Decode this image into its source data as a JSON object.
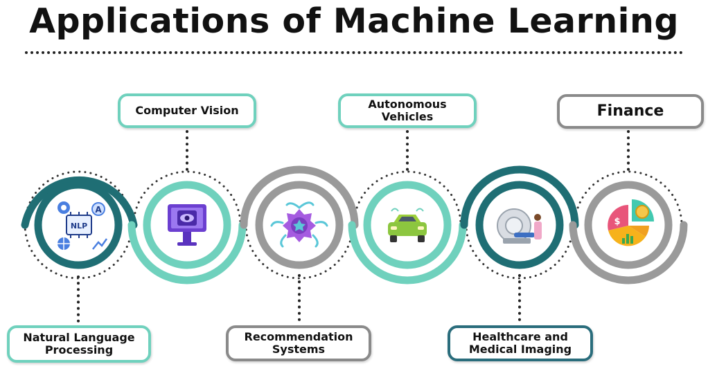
{
  "title": "Applications of Machine Learning",
  "colors": {
    "teal": "#6fd1bd",
    "dark_teal": "#1f6e74",
    "grey": "#9a9a9a",
    "navy_border": "#2a6d7c"
  },
  "applications": [
    {
      "label": "Natural Language\nProcessing",
      "icon": "nlp-icon"
    },
    {
      "label": "Computer Vision",
      "icon": "monitor-eye-icon"
    },
    {
      "label": "Recommendation\nSystems",
      "icon": "star-badge-icon"
    },
    {
      "label": "Autonomous\nVehicles",
      "icon": "car-icon"
    },
    {
      "label": "Healthcare and\nMedical Imaging",
      "icon": "mri-scanner-icon"
    },
    {
      "label": "Finance",
      "icon": "pie-chart-money-icon"
    }
  ],
  "icon_text": {
    "nlp": "NLP",
    "letter": "A",
    "currency": "$"
  }
}
